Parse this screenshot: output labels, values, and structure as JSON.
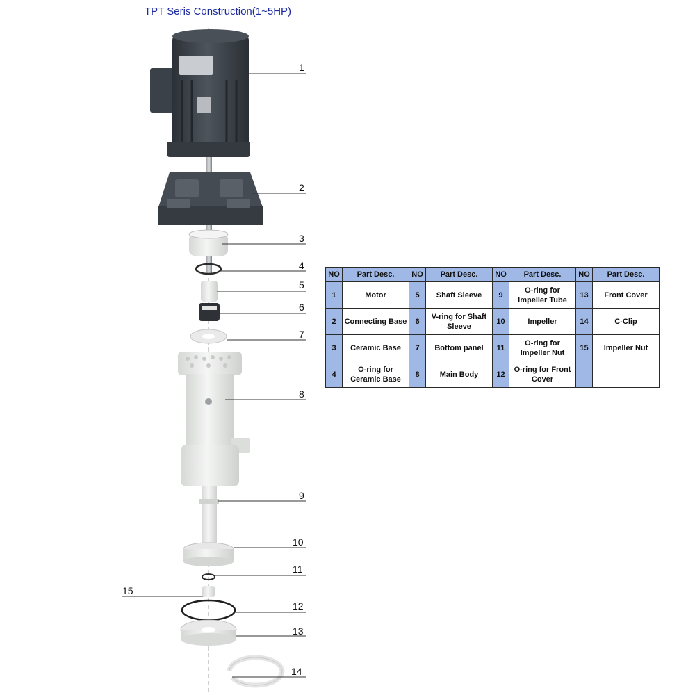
{
  "title": "TPT Seris Construction(1~5HP)",
  "callouts": [
    "1",
    "2",
    "3",
    "4",
    "5",
    "6",
    "7",
    "8",
    "9",
    "10",
    "11",
    "12",
    "13",
    "14",
    "15"
  ],
  "table": {
    "headers": [
      "NO",
      "Part Desc.",
      "NO",
      "Part Desc.",
      "NO",
      "Part Desc.",
      "NO",
      "Part Desc."
    ],
    "rows": [
      [
        {
          "no": "1",
          "desc": "Motor"
        },
        {
          "no": "5",
          "desc": "Shaft Sleeve"
        },
        {
          "no": "9",
          "desc": "O-ring for Impeller Tube"
        },
        {
          "no": "13",
          "desc": "Front Cover"
        }
      ],
      [
        {
          "no": "2",
          "desc": "Connecting Base"
        },
        {
          "no": "6",
          "desc": "V-ring for Shaft Sleeve"
        },
        {
          "no": "10",
          "desc": "Impeller"
        },
        {
          "no": "14",
          "desc": "C-Clip"
        }
      ],
      [
        {
          "no": "3",
          "desc": "Ceramic Base"
        },
        {
          "no": "7",
          "desc": "Bottom panel"
        },
        {
          "no": "11",
          "desc": "O-ring for Impeller Nut"
        },
        {
          "no": "15",
          "desc": "Impeller Nut"
        }
      ],
      [
        {
          "no": "4",
          "desc": "O-ring for Ceramic Base"
        },
        {
          "no": "8",
          "desc": "Main Body"
        },
        {
          "no": "12",
          "desc": "O-ring for Front Cover"
        },
        {
          "no": "",
          "desc": ""
        }
      ]
    ]
  },
  "colors": {
    "title": "#1b2a9e",
    "table_header": "#9fb8e6",
    "motor": "#3a4048",
    "plastic": "#e6e7e6"
  },
  "icons": [
    "pump-motor-icon",
    "connecting-base-icon",
    "pump-body-icon"
  ]
}
